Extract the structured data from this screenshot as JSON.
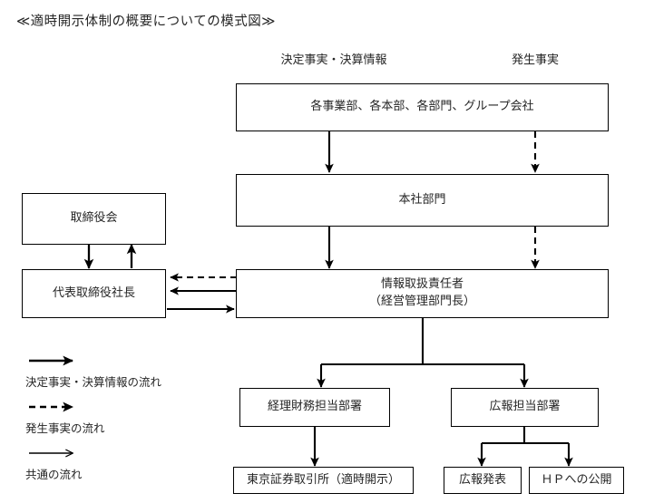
{
  "title": "≪適時開示体制の概要についての模式図≫",
  "captions": {
    "decided_facts": "決定事実・決算情報",
    "occurred_facts": "発生事実"
  },
  "nodes": {
    "divisions": "各事業部、各本部、各部門、グループ会社",
    "head_office": "本社部門",
    "board": "取締役会",
    "president": "代表取締役社長",
    "info_officer_line1": "情報取扱責任者",
    "info_officer_line2": "（経営管理部門長）",
    "accounting_dept": "経理財務担当部署",
    "pr_dept": "広報担当部署",
    "tse": "東京証券取引所（適時開示）",
    "press_release": "広報発表",
    "hp_publication": "ＨＰへの公開"
  },
  "legend": [
    {
      "style": "solid-thick",
      "label": "決定事実・決算情報の流れ"
    },
    {
      "style": "dashed",
      "label": "発生事実の流れ"
    },
    {
      "style": "solid-thin-open",
      "label": "共通の流れ"
    }
  ],
  "colors": {
    "line": "#000000",
    "box_border": "#000000",
    "text": "#262626",
    "background": "#ffffff"
  }
}
